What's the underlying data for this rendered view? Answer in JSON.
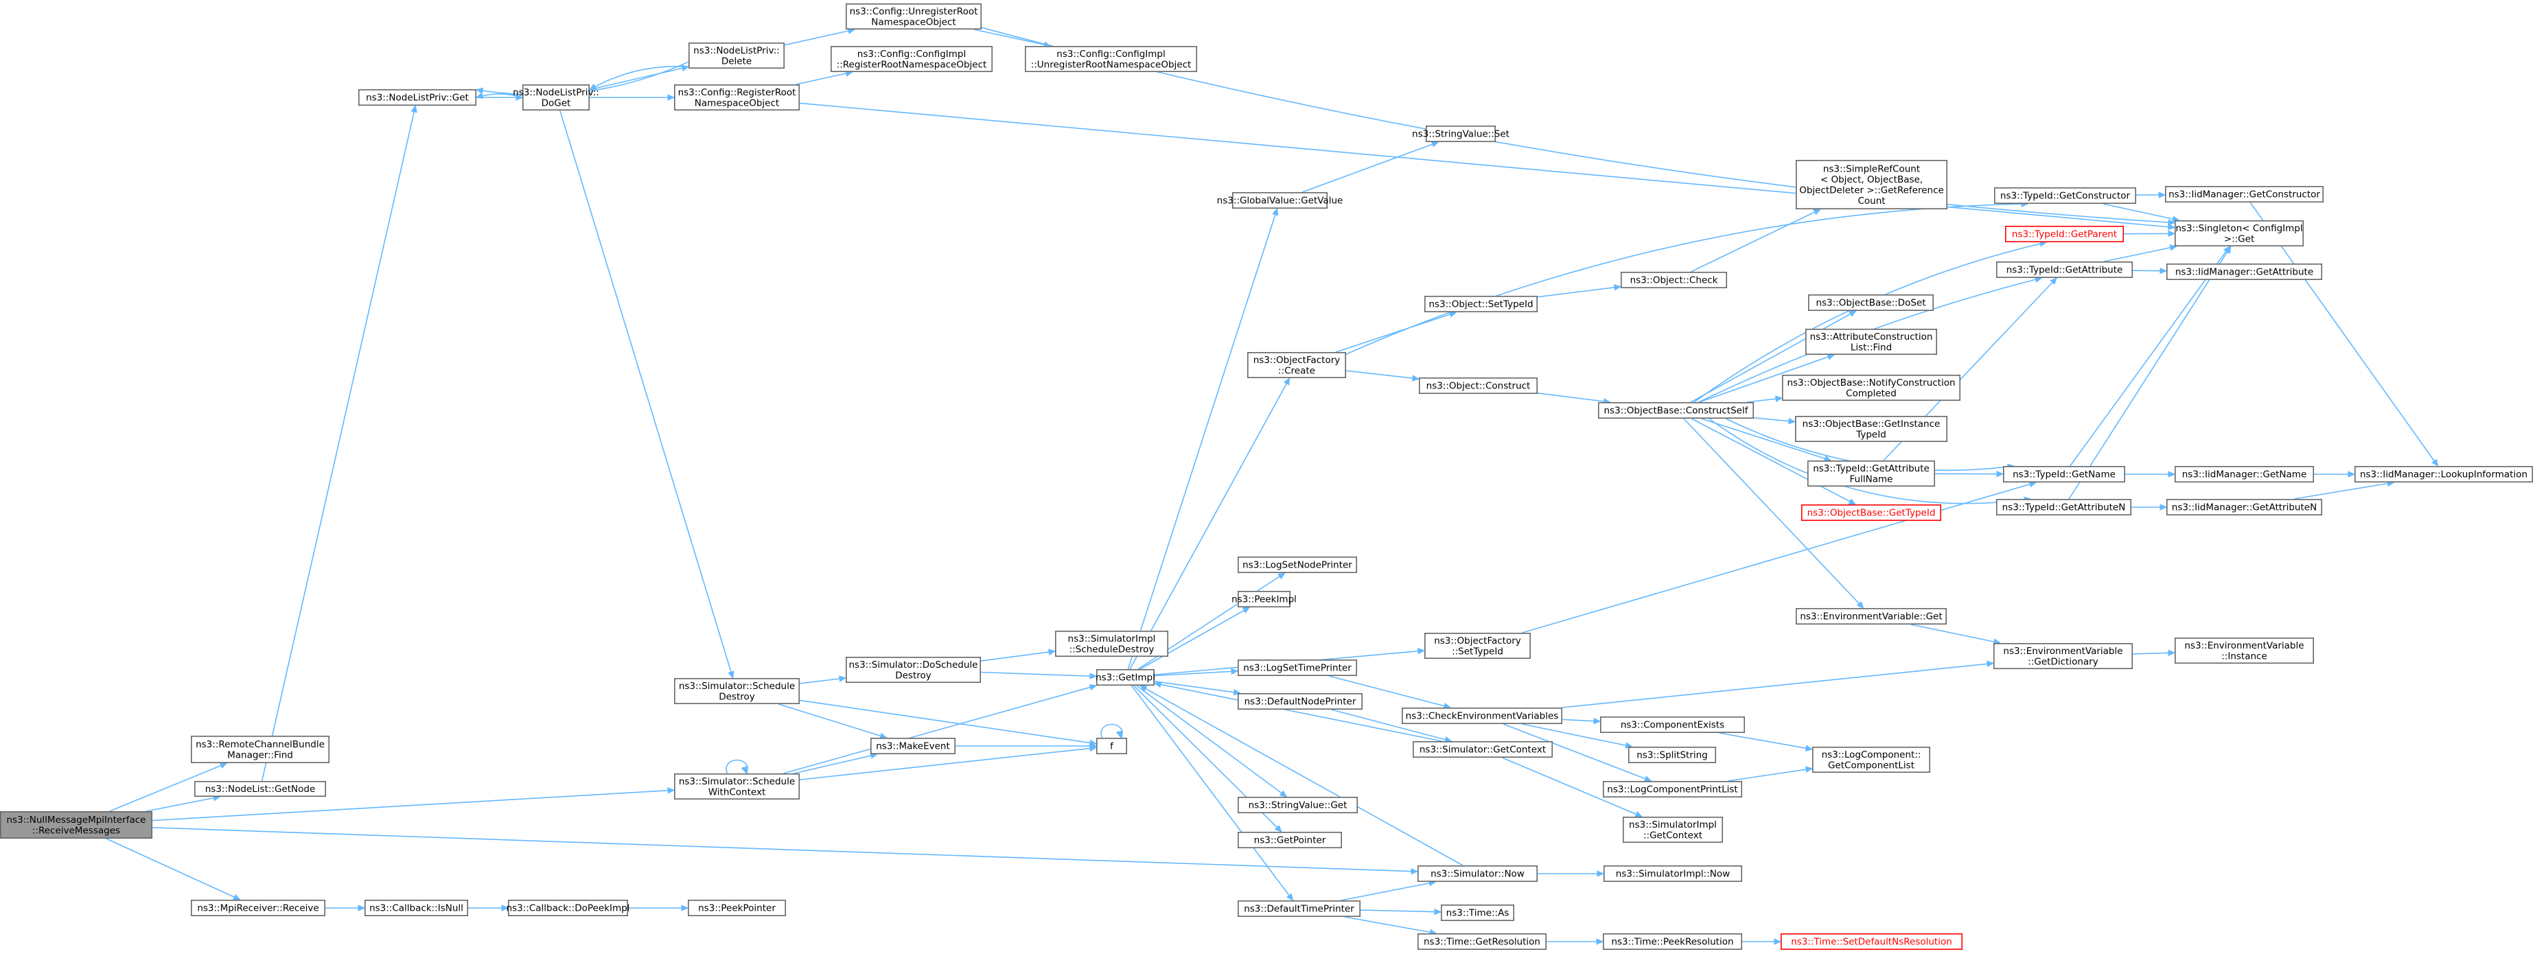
{
  "colors": {
    "edge": "#63b8ff",
    "border": "#666666",
    "highlight_border": "#ff0000",
    "root_fill": "#999999"
  },
  "nodes": {
    "root": {
      "lines": [
        "ns3::NullMessageMpiInterface",
        "::ReceiveMessages"
      ]
    },
    "rcb_find": {
      "lines": [
        "ns3::RemoteChannelBundle",
        "Manager::Find"
      ]
    },
    "nl_getnode": {
      "lines": [
        "ns3::NodeList::GetNode"
      ]
    },
    "mpi_recv": {
      "lines": [
        "ns3::MpiReceiver::Receive"
      ]
    },
    "nlp_get": {
      "lines": [
        "ns3::NodeListPriv::Get"
      ]
    },
    "nlp_doget": {
      "lines": [
        "ns3::NodeListPriv::",
        "DoGet"
      ]
    },
    "nlp_delete": {
      "lines": [
        "ns3::NodeListPriv::",
        "Delete"
      ]
    },
    "cfg_unreg": {
      "lines": [
        "ns3::Config::UnregisterRoot",
        "NamespaceObject"
      ]
    },
    "cfg_reg": {
      "lines": [
        "ns3::Config::RegisterRoot",
        "NamespaceObject"
      ]
    },
    "cfgimpl_reg": {
      "lines": [
        "ns3::Config::ConfigImpl",
        "::RegisterRootNamespaceObject"
      ]
    },
    "cfgimpl_unreg": {
      "lines": [
        "ns3::Config::ConfigImpl",
        "::UnregisterRootNamespaceObject"
      ]
    },
    "sched_destroy": {
      "lines": [
        "ns3::Simulator::Schedule",
        "Destroy"
      ]
    },
    "sched_ctx": {
      "lines": [
        "ns3::Simulator::Schedule",
        "WithContext"
      ]
    },
    "do_sched_destroy": {
      "lines": [
        "ns3::Simulator::DoSchedule",
        "Destroy"
      ]
    },
    "make_event": {
      "lines": [
        "ns3::MakeEvent"
      ]
    },
    "f": {
      "lines": [
        "f"
      ]
    },
    "simimpl_sched_destroy": {
      "lines": [
        "ns3::SimulatorImpl",
        "::ScheduleDestroy"
      ]
    },
    "cb_isnull": {
      "lines": [
        "ns3::Callback::IsNull"
      ]
    },
    "cb_dopeek": {
      "lines": [
        "ns3::Callback::DoPeekImpl"
      ]
    },
    "peekpointer": {
      "lines": [
        "ns3::PeekPointer"
      ]
    },
    "getimpl": {
      "lines": [
        "ns3::GetImpl"
      ]
    },
    "gv_getvalue": {
      "lines": [
        "ns3::GlobalValue::GetValue"
      ]
    },
    "sv_set": {
      "lines": [
        "ns3::StringValue::Set"
      ]
    },
    "of_create": {
      "lines": [
        "ns3::ObjectFactory",
        "::Create"
      ]
    },
    "log_set_node": {
      "lines": [
        "ns3::LogSetNodePrinter"
      ]
    },
    "peekimpl": {
      "lines": [
        "ns3::PeekImpl"
      ]
    },
    "log_set_time": {
      "lines": [
        "ns3::LogSetTimePrinter"
      ]
    },
    "default_node": {
      "lines": [
        "ns3::DefaultNodePrinter"
      ]
    },
    "sv_get": {
      "lines": [
        "ns3::StringValue::Get"
      ]
    },
    "getpointer": {
      "lines": [
        "ns3::GetPointer"
      ]
    },
    "default_time": {
      "lines": [
        "ns3::DefaultTimePrinter"
      ]
    },
    "obj_settypeid": {
      "lines": [
        "ns3::Object::SetTypeId"
      ]
    },
    "obj_construct": {
      "lines": [
        "ns3::Object::Construct"
      ]
    },
    "of_settypeid": {
      "lines": [
        "ns3::ObjectFactory",
        "::SetTypeId"
      ]
    },
    "check_env": {
      "lines": [
        "ns3::CheckEnvironmentVariables"
      ]
    },
    "sim_getctx": {
      "lines": [
        "ns3::Simulator::GetContext"
      ]
    },
    "sim_now": {
      "lines": [
        "ns3::Simulator::Now"
      ]
    },
    "time_as": {
      "lines": [
        "ns3::Time::As"
      ]
    },
    "time_getres": {
      "lines": [
        "ns3::Time::GetResolution"
      ]
    },
    "obj_check": {
      "lines": [
        "ns3::Object::Check"
      ]
    },
    "simple_refcount": {
      "lines": [
        "ns3::SimpleRefCount",
        "< Object, ObjectBase,",
        "ObjectDeleter >::GetReference",
        "Count"
      ]
    },
    "objbase_construct": {
      "lines": [
        "ns3::ObjectBase::ConstructSelf"
      ]
    },
    "objbase_doset": {
      "lines": [
        "ns3::ObjectBase::DoSet"
      ]
    },
    "attr_list_find": {
      "lines": [
        "ns3::AttributeConstruction",
        "List::Find"
      ]
    },
    "objbase_notify": {
      "lines": [
        "ns3::ObjectBase::NotifyConstruction",
        "Completed"
      ]
    },
    "objbase_getinst": {
      "lines": [
        "ns3::ObjectBase::GetInstance",
        "TypeId"
      ]
    },
    "tid_getattrfull": {
      "lines": [
        "ns3::TypeId::GetAttribute",
        "FullName"
      ]
    },
    "objbase_gettid": {
      "lines": [
        "ns3::ObjectBase::GetTypeId"
      ]
    },
    "env_get": {
      "lines": [
        "ns3::EnvironmentVariable::Get"
      ]
    },
    "comp_exists": {
      "lines": [
        "ns3::ComponentExists"
      ]
    },
    "split_string": {
      "lines": [
        "ns3::SplitString"
      ]
    },
    "log_comp_print": {
      "lines": [
        "ns3::LogComponentPrintList"
      ]
    },
    "simimpl_getctx": {
      "lines": [
        "ns3::SimulatorImpl",
        "::GetContext"
      ]
    },
    "simimpl_now": {
      "lines": [
        "ns3::SimulatorImpl::Now"
      ]
    },
    "time_peekres": {
      "lines": [
        "ns3::Time::PeekResolution"
      ]
    },
    "time_setdefault": {
      "lines": [
        "ns3::Time::SetDefaultNsResolution"
      ]
    },
    "tid_getctor": {
      "lines": [
        "ns3::TypeId::GetConstructor"
      ]
    },
    "tid_getparent": {
      "lines": [
        "ns3::TypeId::GetParent"
      ]
    },
    "tid_getattr": {
      "lines": [
        "ns3::TypeId::GetAttribute"
      ]
    },
    "tid_getname": {
      "lines": [
        "ns3::TypeId::GetName"
      ]
    },
    "tid_getattrn": {
      "lines": [
        "ns3::TypeId::GetAttributeN"
      ]
    },
    "env_getdict": {
      "lines": [
        "ns3::EnvironmentVariable",
        "::GetDictionary"
      ]
    },
    "log_getcomplist": {
      "lines": [
        "ns3::LogComponent::",
        "GetComponentList"
      ]
    },
    "singleton_get": {
      "lines": [
        "ns3::Singleton< ConfigImpl",
        ">::Get"
      ]
    },
    "iid_getctor": {
      "lines": [
        "ns3::IidManager::GetConstructor"
      ]
    },
    "iid_getattr": {
      "lines": [
        "ns3::IidManager::GetAttribute"
      ]
    },
    "iid_getname": {
      "lines": [
        "ns3::IidManager::GetName"
      ]
    },
    "iid_getattrn": {
      "lines": [
        "ns3::IidManager::GetAttributeN"
      ]
    },
    "env_instance": {
      "lines": [
        "ns3::EnvironmentVariable",
        "::Instance"
      ]
    },
    "iid_lookup": {
      "lines": [
        "ns3::IidManager::LookupInformation"
      ]
    }
  }
}
